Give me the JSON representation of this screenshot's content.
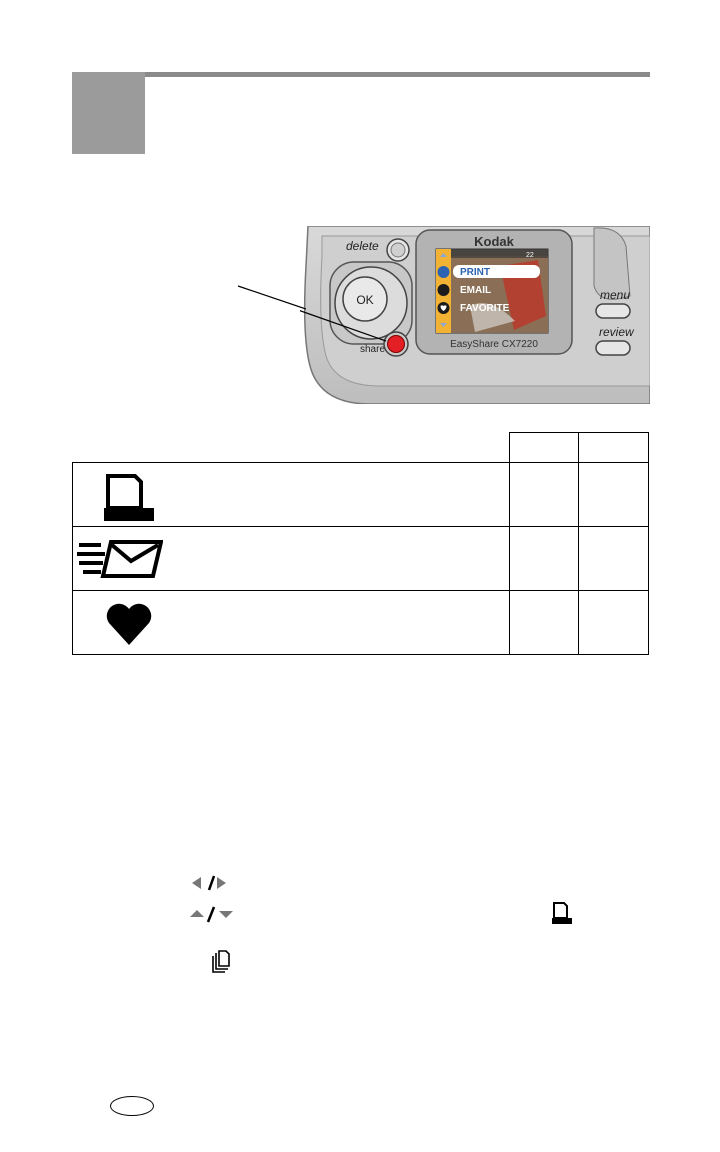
{
  "camera": {
    "brand": "Kodak",
    "model": "EasyShare CX7220",
    "buttons": {
      "delete": "delete",
      "ok": "OK",
      "share": "share",
      "menu": "menu",
      "review": "review"
    },
    "lcd": {
      "status_count": "22",
      "menu_items": [
        "PRINT",
        "EMAIL",
        "FAVORITE"
      ]
    }
  },
  "table": {
    "rows": [
      {
        "icon": "printer-icon"
      },
      {
        "icon": "email-icon"
      },
      {
        "icon": "heart-icon"
      }
    ]
  },
  "colors": {
    "tab_gray": "#9b9b9b",
    "share_red": "#e31e24",
    "lcd_yellow": "#f2b233"
  }
}
